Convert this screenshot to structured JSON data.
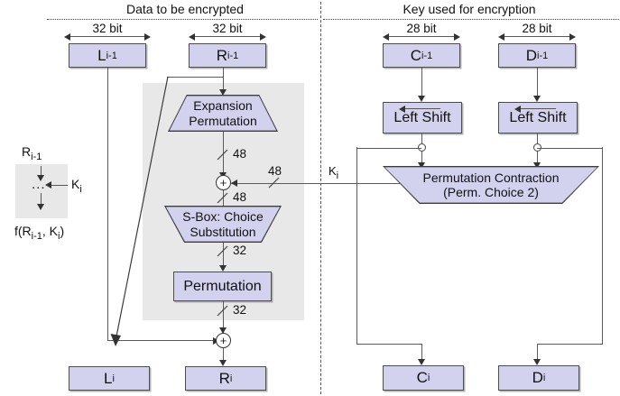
{
  "diagram": {
    "title_left": "Data to be encrypted",
    "title_right": "Key used for encryption",
    "legend": {
      "input_label": "R",
      "input_sub": "i-1",
      "dots": "...",
      "key_label": "K",
      "key_sub": "i",
      "function_label": "f(R",
      "function_sub1": "i-1",
      "function_mid": ", K",
      "function_sub2": "i",
      "function_end": ")"
    },
    "widths": {
      "data_left": "32 bit",
      "data_right": "32 bit",
      "key_left": "28 bit",
      "key_right": "28 bit"
    },
    "registers": {
      "l_prev": "L",
      "l_prev_sub": "i-1",
      "r_prev": "R",
      "r_prev_sub": "i-1",
      "c_prev": "C",
      "c_prev_sub": "i-1",
      "d_prev": "D",
      "d_prev_sub": "i-1",
      "l_next": "L",
      "l_next_sub": "i",
      "r_next": "R",
      "r_next_sub": "i",
      "c_next": "C",
      "c_next_sub": "i",
      "d_next": "D",
      "d_next_sub": "i"
    },
    "blocks": {
      "expansion_line1": "Expansion",
      "expansion_line2": "Permutation",
      "sbox_line1": "S-Box: Choice",
      "sbox_line2": "Substitution",
      "permutation": "Permutation",
      "left_shift_1": "Left Shift",
      "left_shift_2": "Left Shift",
      "perm_contraction_line1": "Permutation Contraction",
      "perm_contraction_line2": "(Perm. Choice 2)"
    },
    "bit_labels": {
      "expansion_out": "48",
      "xor_in_key": "48",
      "xor_out": "48",
      "sbox_out": "32",
      "perm_out": "32"
    },
    "key_label": "K",
    "key_label_sub": "i",
    "xor_symbol": "+",
    "colors": {
      "box_fill": "#d2d2ee",
      "box_border": "#4d4d4d",
      "panel_gray": "#e8e8e8",
      "line": "#5a5a5a",
      "text": "#111111"
    }
  }
}
